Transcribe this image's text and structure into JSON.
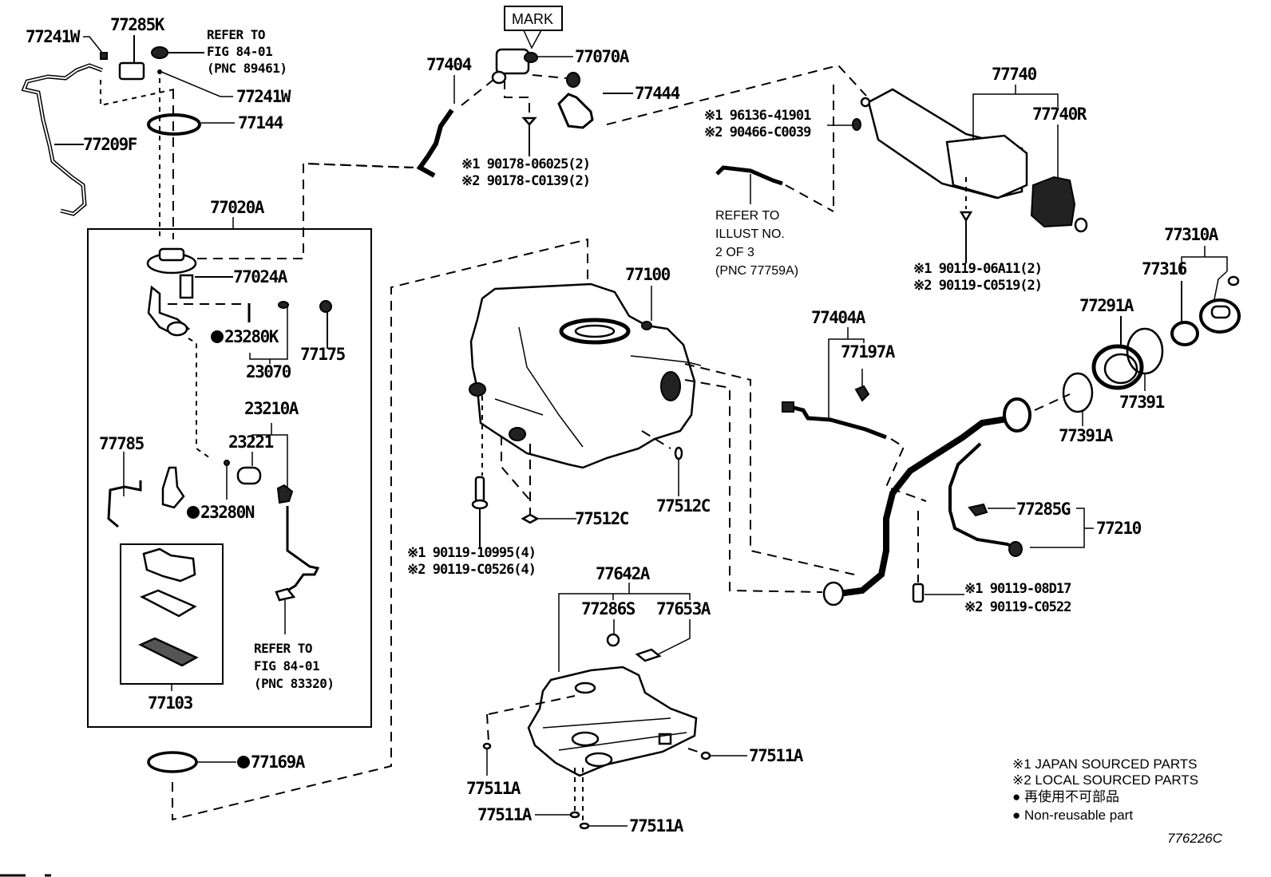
{
  "diagram": {
    "figure_id": "776226C",
    "mark_callout": "MARK",
    "labels": {
      "p77241W_a": "77241W",
      "p77285K": "77285K",
      "p77241W_b": "77241W",
      "p77144": "77144",
      "p77209F": "77209F",
      "p77020A": "77020A",
      "p77024A": "77024A",
      "p23280K": "23280K",
      "p23070": "23070",
      "p77175": "77175",
      "p23210A": "23210A",
      "p23221": "23221",
      "p77785": "77785",
      "p23280N": "23280N",
      "p77103": "77103",
      "p77169A": "77169A",
      "p77404": "77404",
      "p77070A": "77070A",
      "p77444": "77444",
      "p77740": "77740",
      "p77740R": "77740R",
      "p77100": "77100",
      "p77512C_a": "77512C",
      "p77512C_b": "77512C",
      "p77404A": "77404A",
      "p77197A": "77197A",
      "p77310A": "77310A",
      "p77316": "77316",
      "p77291A": "77291A",
      "p77391": "77391",
      "p77391A": "77391A",
      "p77285G": "77285G",
      "p77210": "77210",
      "p77642A": "77642A",
      "p77286S": "77286S",
      "p77653A": "77653A",
      "p77511A_a": "77511A",
      "p77511A_b": "77511A",
      "p77511A_c": "77511A",
      "p77511A_d": "77511A"
    },
    "references": {
      "ref_89461": [
        "REFER TO",
        "FIG 84-01",
        "(PNC 89461)"
      ],
      "ref_83320": [
        "REFER TO",
        "FIG 84-01",
        "(PNC 83320)"
      ],
      "ref_77759A": [
        "REFER TO",
        "ILLUST NO.",
        "2 OF 3",
        "(PNC 77759A)"
      ]
    },
    "fasteners": {
      "f_90178": [
        "※1 90178-06025(2)",
        "※2 90178-C0139(2)"
      ],
      "f_96136": [
        "※1 96136-41901",
        "※2 90466-C0039"
      ],
      "f_06A11": [
        "※1 90119-06A11(2)",
        "※2 90119-C0519(2)"
      ],
      "f_10995": [
        "※1 90119-10995(4)",
        "※2 90119-C0526(4)"
      ],
      "f_08D17": [
        "※1 90119-08D17",
        "※2 90119-C0522"
      ]
    },
    "legend": {
      "line1": "※1 JAPAN SOURCED PARTS",
      "line2": "※2 LOCAL SOURCED PARTS",
      "line3": "● 再使用不可部品",
      "line4": "● Non-reusable part"
    },
    "non_reusable_marker": "●"
  }
}
